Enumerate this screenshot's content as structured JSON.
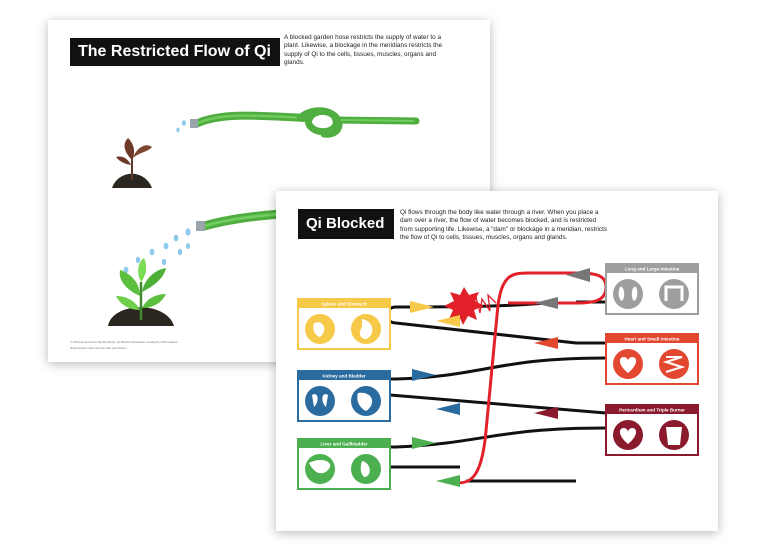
{
  "back_sheet": {
    "title": "The Restricted Flow of Qi",
    "description": "A blocked garden hose restricts the supply of water to a plant. Likewise, a blockage in the meridians restricts the supply of Qi to the cells, tissues, muscles, organs and glands.",
    "fine_print": [
      "© 2014 acupuncture Media Works. Qi Blocked illustration created by Rick Adams",
      "Reproduced under license with permission"
    ]
  },
  "front_sheet": {
    "title": "Qi Blocked",
    "description": "Qi flows through the body like water through a river. When you place a dam over a river, the flow of water becomes blocked, and is restricted from supporting life. Likewise, a “dam” or blockage in a meridian, restricts the flow of Qi to cells, tissues, muscles, organs and glands."
  },
  "organ_boxes": [
    {
      "label": "Spleen and Stomach",
      "color": "#f7c948",
      "icons": [
        "spleen-icon",
        "stomach-icon"
      ]
    },
    {
      "label": "Kidney and Bladder",
      "color": "#2a6ba0",
      "icons": [
        "kidney-icon",
        "bladder-icon"
      ]
    },
    {
      "label": "Liver and Gallbladder",
      "color": "#4caf50",
      "icons": [
        "liver-icon",
        "gallbladder-icon"
      ]
    },
    {
      "label": "Lung and Large Intestine",
      "color": "#9e9e9e",
      "icons": [
        "lungs-icon",
        "large-intestine-icon"
      ]
    },
    {
      "label": "Heart and Small Intestine",
      "color": "#e2472f",
      "icons": [
        "heart-icon",
        "small-intestine-icon"
      ]
    },
    {
      "label": "Pericardium and Triple Burner",
      "color": "#8b1a2e",
      "icons": [
        "pericardium-icon",
        "torso-icon"
      ]
    }
  ],
  "colors": {
    "hose": "#5dc24a",
    "soil": "#2b2620",
    "flow_line": "#111111",
    "qi_blocked": "#e2202a"
  }
}
